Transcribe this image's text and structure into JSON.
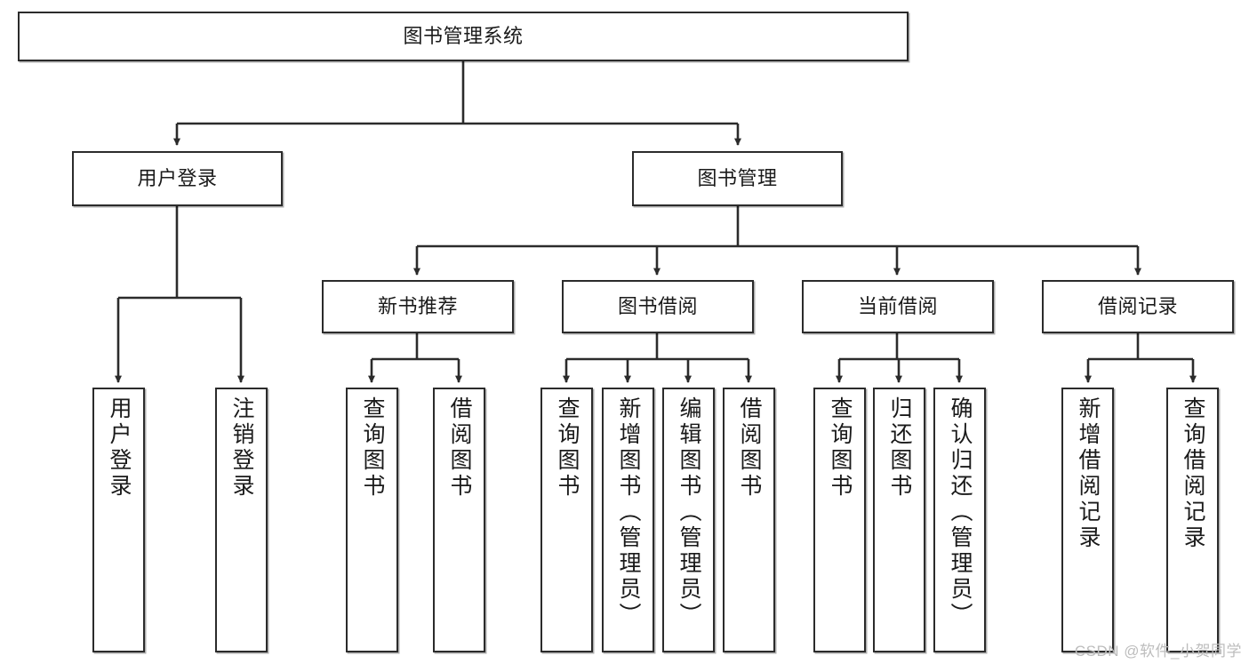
{
  "diagram": {
    "title": "图书管理系统",
    "watermark": "CSDN @软件_小贺同学",
    "colors": {
      "stroke": "#2b2b2b",
      "fill": "#ffffff",
      "text": "#1a1a1a",
      "watermark": "#bdbdbd"
    },
    "levels": {
      "root": {
        "label": "图书管理系统"
      },
      "level2": [
        {
          "label": "用户登录"
        },
        {
          "label": "图书管理"
        }
      ],
      "level3": [
        {
          "label": "新书推荐"
        },
        {
          "label": "图书借阅"
        },
        {
          "label": "当前借阅"
        },
        {
          "label": "借阅记录"
        }
      ],
      "leaves": {
        "user_login": [
          {
            "label": "用户登录"
          },
          {
            "label": "注销登录"
          }
        ],
        "new_book_recommend": [
          {
            "label": "查询图书"
          },
          {
            "label": "借阅图书"
          }
        ],
        "book_borrow": [
          {
            "label": "查询图书"
          },
          {
            "label": "新增图书（管理员）"
          },
          {
            "label": "编辑图书（管理员）"
          },
          {
            "label": "借阅图书"
          }
        ],
        "current_borrow": [
          {
            "label": "查询图书"
          },
          {
            "label": "归还图书"
          },
          {
            "label": "确认归还（管理员）"
          }
        ],
        "borrow_record": [
          {
            "label": "新增借阅记录"
          },
          {
            "label": "查询借阅记录"
          }
        ]
      }
    }
  }
}
